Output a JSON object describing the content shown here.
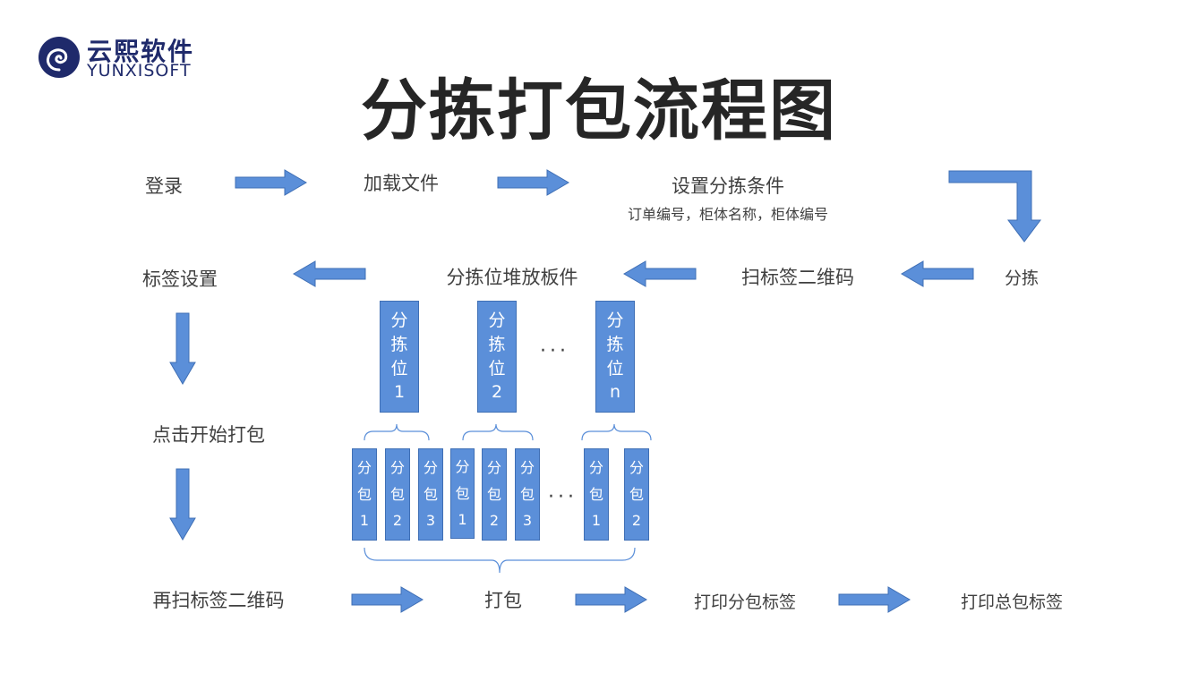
{
  "logo": {
    "name_cn": "云熙软件",
    "name_en": "YUNXISOFT"
  },
  "title": "分拣打包流程图",
  "steps": {
    "login": "登录",
    "load_file": "加载文件",
    "set_conditions": "设置分拣条件",
    "set_conditions_sub": "订单编号，柜体名称，柜体编号",
    "sort": "分拣",
    "scan_qr": "扫标签二维码",
    "stack_parts": "分拣位堆放板件",
    "label_settings": "标签设置",
    "click_start": "点击开始打包",
    "rescan_qr": "再扫标签二维码",
    "pack": "打包",
    "print_sub_label": "打印分包标签",
    "print_total_label": "打印总包标签"
  },
  "sort_slots": [
    {
      "chars": [
        "分",
        "拣",
        "位"
      ],
      "num": "1"
    },
    {
      "chars": [
        "分",
        "拣",
        "位"
      ],
      "num": "2"
    },
    {
      "chars": [
        "分",
        "拣",
        "位"
      ],
      "num": "n"
    }
  ],
  "slot_ellipsis": "···",
  "sub_packages": [
    {
      "chars": [
        "分",
        "包"
      ],
      "num": "1"
    },
    {
      "chars": [
        "分",
        "包"
      ],
      "num": "2"
    },
    {
      "chars": [
        "分",
        "包"
      ],
      "num": "3"
    },
    {
      "chars": [
        "分",
        "包"
      ],
      "num": "1"
    },
    {
      "chars": [
        "分",
        "包"
      ],
      "num": "2"
    },
    {
      "chars": [
        "分",
        "包"
      ],
      "num": "3"
    },
    {
      "chars": [
        "分",
        "包"
      ],
      "num": "1"
    },
    {
      "chars": [
        "分",
        "包"
      ],
      "num": "2"
    }
  ],
  "package_ellipsis": "···",
  "colors": {
    "accent": "#5b8fd9",
    "accent_border": "#3f6fb5",
    "title": "#262626",
    "logo": "#1f2a6b"
  }
}
